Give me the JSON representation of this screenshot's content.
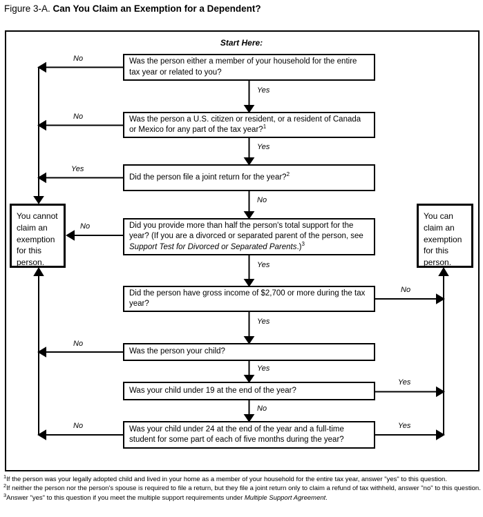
{
  "header": {
    "figure_label": "Figure 3-A.",
    "title": "Can You Claim an Exemption for a Dependent?"
  },
  "flowchart": {
    "start_here": "Start Here:",
    "questions": [
      {
        "text": "Was the person either a member of your household for the entire tax year or related to you?"
      },
      {
        "text": "Was the person a U.S. citizen or resident, or a resident of Canada or Mexico for any part of the tax year?",
        "sup": "1"
      },
      {
        "text": "Did the person file a joint return for the year?",
        "sup": "2"
      },
      {
        "text": "Did you provide more than half the person's total support for the year? (If you are a divorced or separated parent of the person, see ",
        "italic": "Support Test for Divorced or Separated Parents",
        "after": ".)",
        "sup": "3"
      },
      {
        "text": "Did the person have gross income of $2,700 or more during the tax year?"
      },
      {
        "text": "Was the person your child?"
      },
      {
        "text": "Was your child under 19 at the end of the year?"
      },
      {
        "text": "Was your child under 24 at the end of the year and a full-time student for some part of each of five months during the year?"
      }
    ],
    "results": {
      "cannot": "You cannot claim an exemption for this person.",
      "can": "You can claim an exemption for this person."
    },
    "center_edges": [
      {
        "label": "Yes"
      },
      {
        "label": "Yes"
      },
      {
        "label": "No"
      },
      {
        "label": "Yes"
      },
      {
        "label": "Yes"
      },
      {
        "label": "Yes"
      },
      {
        "label": "No"
      }
    ],
    "left_edges": [
      {
        "label": "No"
      },
      {
        "label": "No"
      },
      {
        "label": "Yes"
      },
      {
        "label": "No"
      },
      {
        "label": "No"
      },
      {
        "label": "No"
      }
    ],
    "right_edges": [
      {
        "label": "No"
      },
      {
        "label": "Yes"
      },
      {
        "label": "Yes"
      }
    ]
  },
  "footnotes": [
    {
      "sup": "1",
      "text": "If the person was your legally adopted child and lived in your home as a member of your household for the entire tax year, answer \"yes\" to this question."
    },
    {
      "sup": "2",
      "text": "If neither the person nor the person's spouse is required to file a return, but they file a joint return only to claim a refund of tax withheld, answer \"no\" to this question."
    },
    {
      "sup": "3",
      "text": "Answer \"yes\" to this question if you meet the multiple support requirements under ",
      "italic": "Multiple Support Agreement",
      "after": "."
    }
  ],
  "colors": {
    "line": "#000000",
    "background": "#ffffff"
  }
}
